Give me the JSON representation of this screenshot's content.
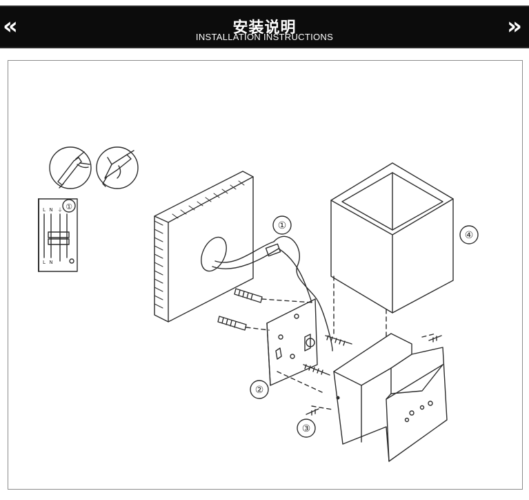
{
  "header": {
    "title_cn": "安装说明",
    "title_en": "INSTALLATION INSTRUCTIONS",
    "prev_glyph": "«",
    "next_glyph": "»"
  },
  "diagram": {
    "step_labels": [
      "①",
      "①",
      "②",
      "③",
      "④"
    ],
    "wiring_labels": {
      "top": [
        "L",
        "N",
        "⏚"
      ],
      "bottom": [
        "L",
        "N"
      ]
    }
  }
}
